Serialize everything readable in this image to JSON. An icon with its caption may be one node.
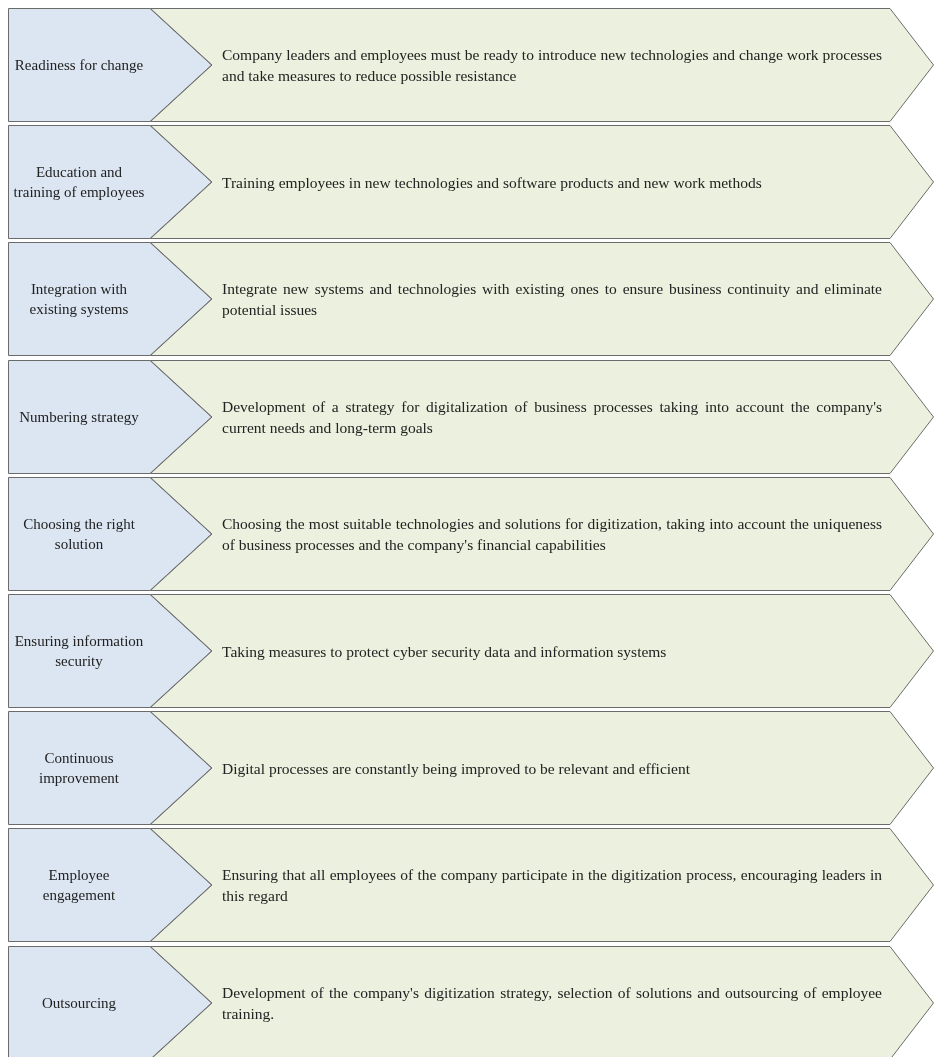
{
  "diagram": {
    "nodes": [
      {
        "text": [
          "Readiness for change"
        ]
      },
      {
        "text": [
          "Company leaders and employees must be ready to introduce new technologies and change work processes and take measures to reduce possible resistance"
        ]
      },
      {
        "text": [
          "Education and training of employees"
        ]
      },
      {
        "text": [
          "Training employees in new technologies and software products and new work methods"
        ]
      },
      {
        "text": [
          "Integration with existing systems"
        ]
      },
      {
        "text": [
          "Integrate new systems and technologies with existing ones to ensure business continuity and eliminate potential issues"
        ]
      },
      {
        "text": [
          "Numbering strategy"
        ]
      },
      {
        "text": [
          "Development of a strategy for digitalization of business processes taking into account the company's current needs and long-term goals"
        ]
      },
      {
        "text": [
          "Choosing the right solution"
        ]
      },
      {
        "text": [
          "Choosing the most suitable technologies and solutions for digitization, taking into account the uniqueness of business processes and the company's financial capabilities"
        ]
      },
      {
        "text": [
          "Ensuring information security"
        ]
      },
      {
        "text": [
          "Taking measures to protect cyber security data and information systems"
        ]
      },
      {
        "text": [
          "Continuous improvement"
        ]
      },
      {
        "text": [
          "Digital processes are constantly being improved to be relevant and efficient"
        ]
      },
      {
        "text": [
          "Employee engagement"
        ]
      },
      {
        "text": [
          "Ensuring that all employees of the company participate in the digitization process, encouraging leaders in this regard"
        ]
      },
      {
        "text": [
          "Outsourcing"
        ]
      },
      {
        "text": [
          "Development of the company's digitization strategy, selection of solutions and outsourcing of employee training."
        ]
      }
    ]
  }
}
